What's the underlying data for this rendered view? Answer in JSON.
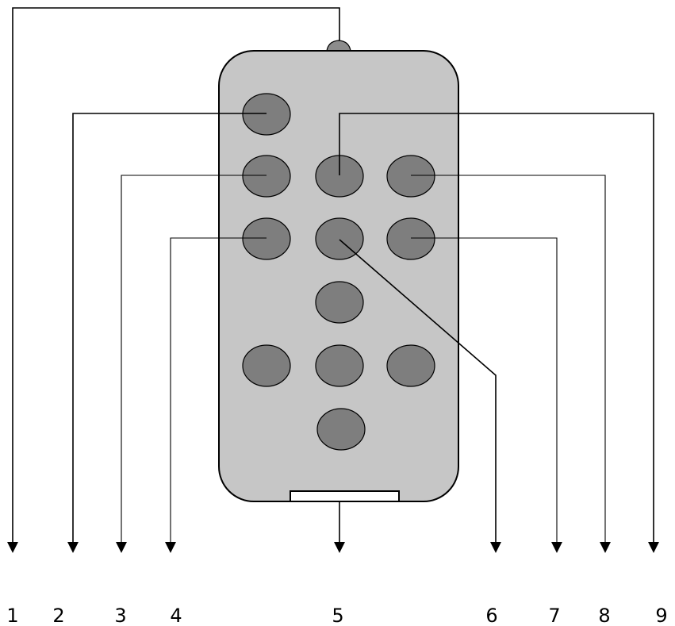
{
  "callouts": [
    {
      "id": 1,
      "label": "1"
    },
    {
      "id": 2,
      "label": "2"
    },
    {
      "id": 3,
      "label": "3"
    },
    {
      "id": 4,
      "label": "4"
    },
    {
      "id": 5,
      "label": "5"
    },
    {
      "id": 6,
      "label": "6"
    },
    {
      "id": 7,
      "label": "7"
    },
    {
      "id": 8,
      "label": "8"
    },
    {
      "id": 9,
      "label": "9"
    }
  ],
  "colors": {
    "body": "#c6c6c6",
    "button": "#7e7e7e",
    "outline": "#000000",
    "slot": "#ffffff"
  }
}
